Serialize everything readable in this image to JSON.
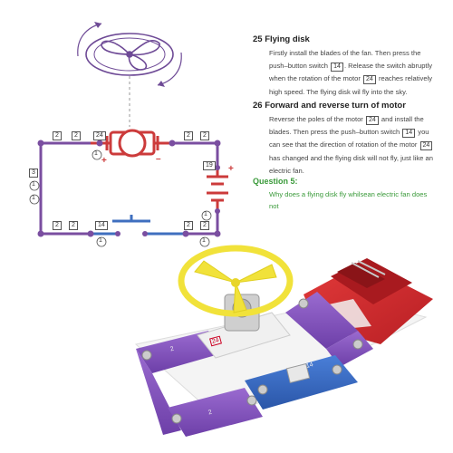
{
  "section25": {
    "title": "25 Flying disk",
    "p1": "Firstly install the blades of the fan. Then press the push–button switch",
    "p1_num": "14",
    "p2": ". Release the switch abruptly when the rotation of the motor",
    "p2_num": "24",
    "p3": "reaches relatively high speed. The flying disk wil fly into the sky."
  },
  "section26": {
    "title": "26 Forward and reverse turn of motor",
    "p1": "Reverse the poles of the motor",
    "p1_num": "24",
    "p2": "and install the blades. Then press the push–button switch",
    "p2_num": "14",
    "p3": "you can see that the direction of rotation of the motor",
    "p3_num": "24",
    "p4": "has changed and the flying disk will not fly, just like an electric fan."
  },
  "question": {
    "title": "Question 5:",
    "text": "Why does a flying disk fly whilsean electric fan does not"
  },
  "circuit": {
    "labels": {
      "top_left_a": "2",
      "top_left_b": "2",
      "motor": "24",
      "top_right_a": "2",
      "top_right_b": "2",
      "left": "3",
      "battery": "19",
      "bottom_left_a": "2",
      "bottom_left_b": "2",
      "switch": "14",
      "bottom_right_a": "2",
      "bottom_right_b": "2"
    },
    "circles": {
      "motor_side": "1",
      "left_top": "1",
      "left_bottom": "1",
      "battery_side": "1",
      "switch_side": "1",
      "bottom_right": "1"
    },
    "plus": "+",
    "minus": "–"
  },
  "colors": {
    "purple": "#7a4ea0",
    "red": "#cc3b3b",
    "blue": "#3f6fbf",
    "green": "#3a9a3a",
    "yellow": "#f1e23a"
  },
  "photo": {
    "piece_labels": {
      "motor_piece": "24",
      "left_piece": "2",
      "bottom_piece": "2",
      "switch_piece": "14"
    }
  }
}
